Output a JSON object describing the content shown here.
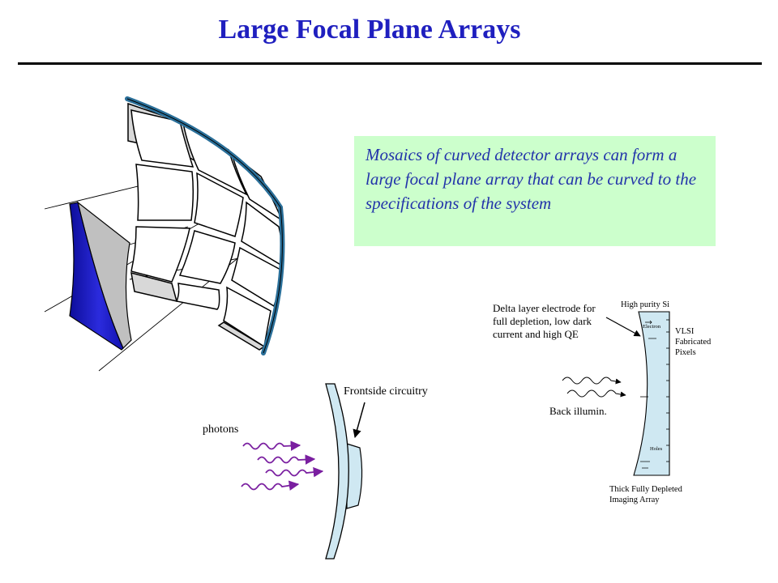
{
  "slide": {
    "title": "Large Focal Plane Arrays",
    "callout": "Mosaics of curved detector arrays can form a large focal plane array that can be curved to the specifications of the system"
  },
  "lower_left": {
    "frontside_label": "Frontside circuitry",
    "photons_label": "photons"
  },
  "lower_right": {
    "delta_lines": [
      "Delta layer electrode for",
      "full depletion, low dark",
      "current and high QE"
    ],
    "high_purity": "High purity Si",
    "electron": "Electron",
    "vlsi_lines": [
      "VLSI",
      "Fabricated",
      "Pixels"
    ],
    "back_illum": "Back illumin.",
    "holes": "Holes",
    "thick_lines": [
      "Thick Fully Depleted",
      "Imaging Array"
    ]
  },
  "colors": {
    "title": "#1f1fbf",
    "callout_bg": "#ccffcc",
    "callout_text": "#2233aa",
    "detector_blue": "#1a1acc",
    "mosaic_edge": "#2a6f99",
    "photon": "#7a1fa0",
    "substrate": "#cfe8f2"
  }
}
